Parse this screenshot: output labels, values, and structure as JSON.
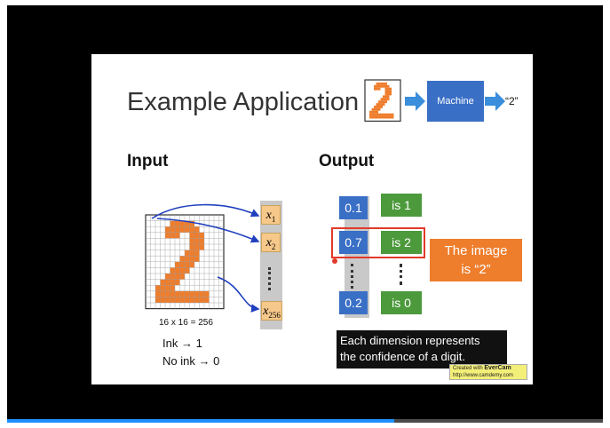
{
  "slide": {
    "title": "Example Application",
    "machine_label": "Machine",
    "machine_output": "“2”",
    "input_heading": "Input",
    "output_heading": "Output",
    "x_labels": [
      {
        "base": "x",
        "sub": "1"
      },
      {
        "base": "x",
        "sub": "2"
      },
      {
        "base": "x",
        "sub": "256"
      }
    ],
    "grid_caption": "16 x 16 = 256",
    "ink_label": "Ink → 1",
    "noink_label": "No ink → 0",
    "outputs": [
      {
        "value": "0.1",
        "label": "is 1"
      },
      {
        "value": "0.7",
        "label": "is 2"
      },
      {
        "value": "0.2",
        "label": "is 0"
      }
    ],
    "callout_line1": "The image",
    "callout_line2": "is “2”",
    "caption_line1": "Each dimension represents",
    "caption_line2": "the confidence of a digit.",
    "watermark_line1": "Created with",
    "watermark_brand": "EverCam",
    "watermark_url": "http://www.camdemy.com"
  },
  "player": {
    "progress_fraction": 0.65
  },
  "colors": {
    "accent_blue": "#3a6fc6",
    "accent_green": "#4c9a3c",
    "accent_orange": "#ee7d2c",
    "highlight_red": "#e23a2a"
  },
  "icons": [
    "right-arrow-icon",
    "digit-two-thumbnail",
    "pixel-grid-digit-two"
  ]
}
